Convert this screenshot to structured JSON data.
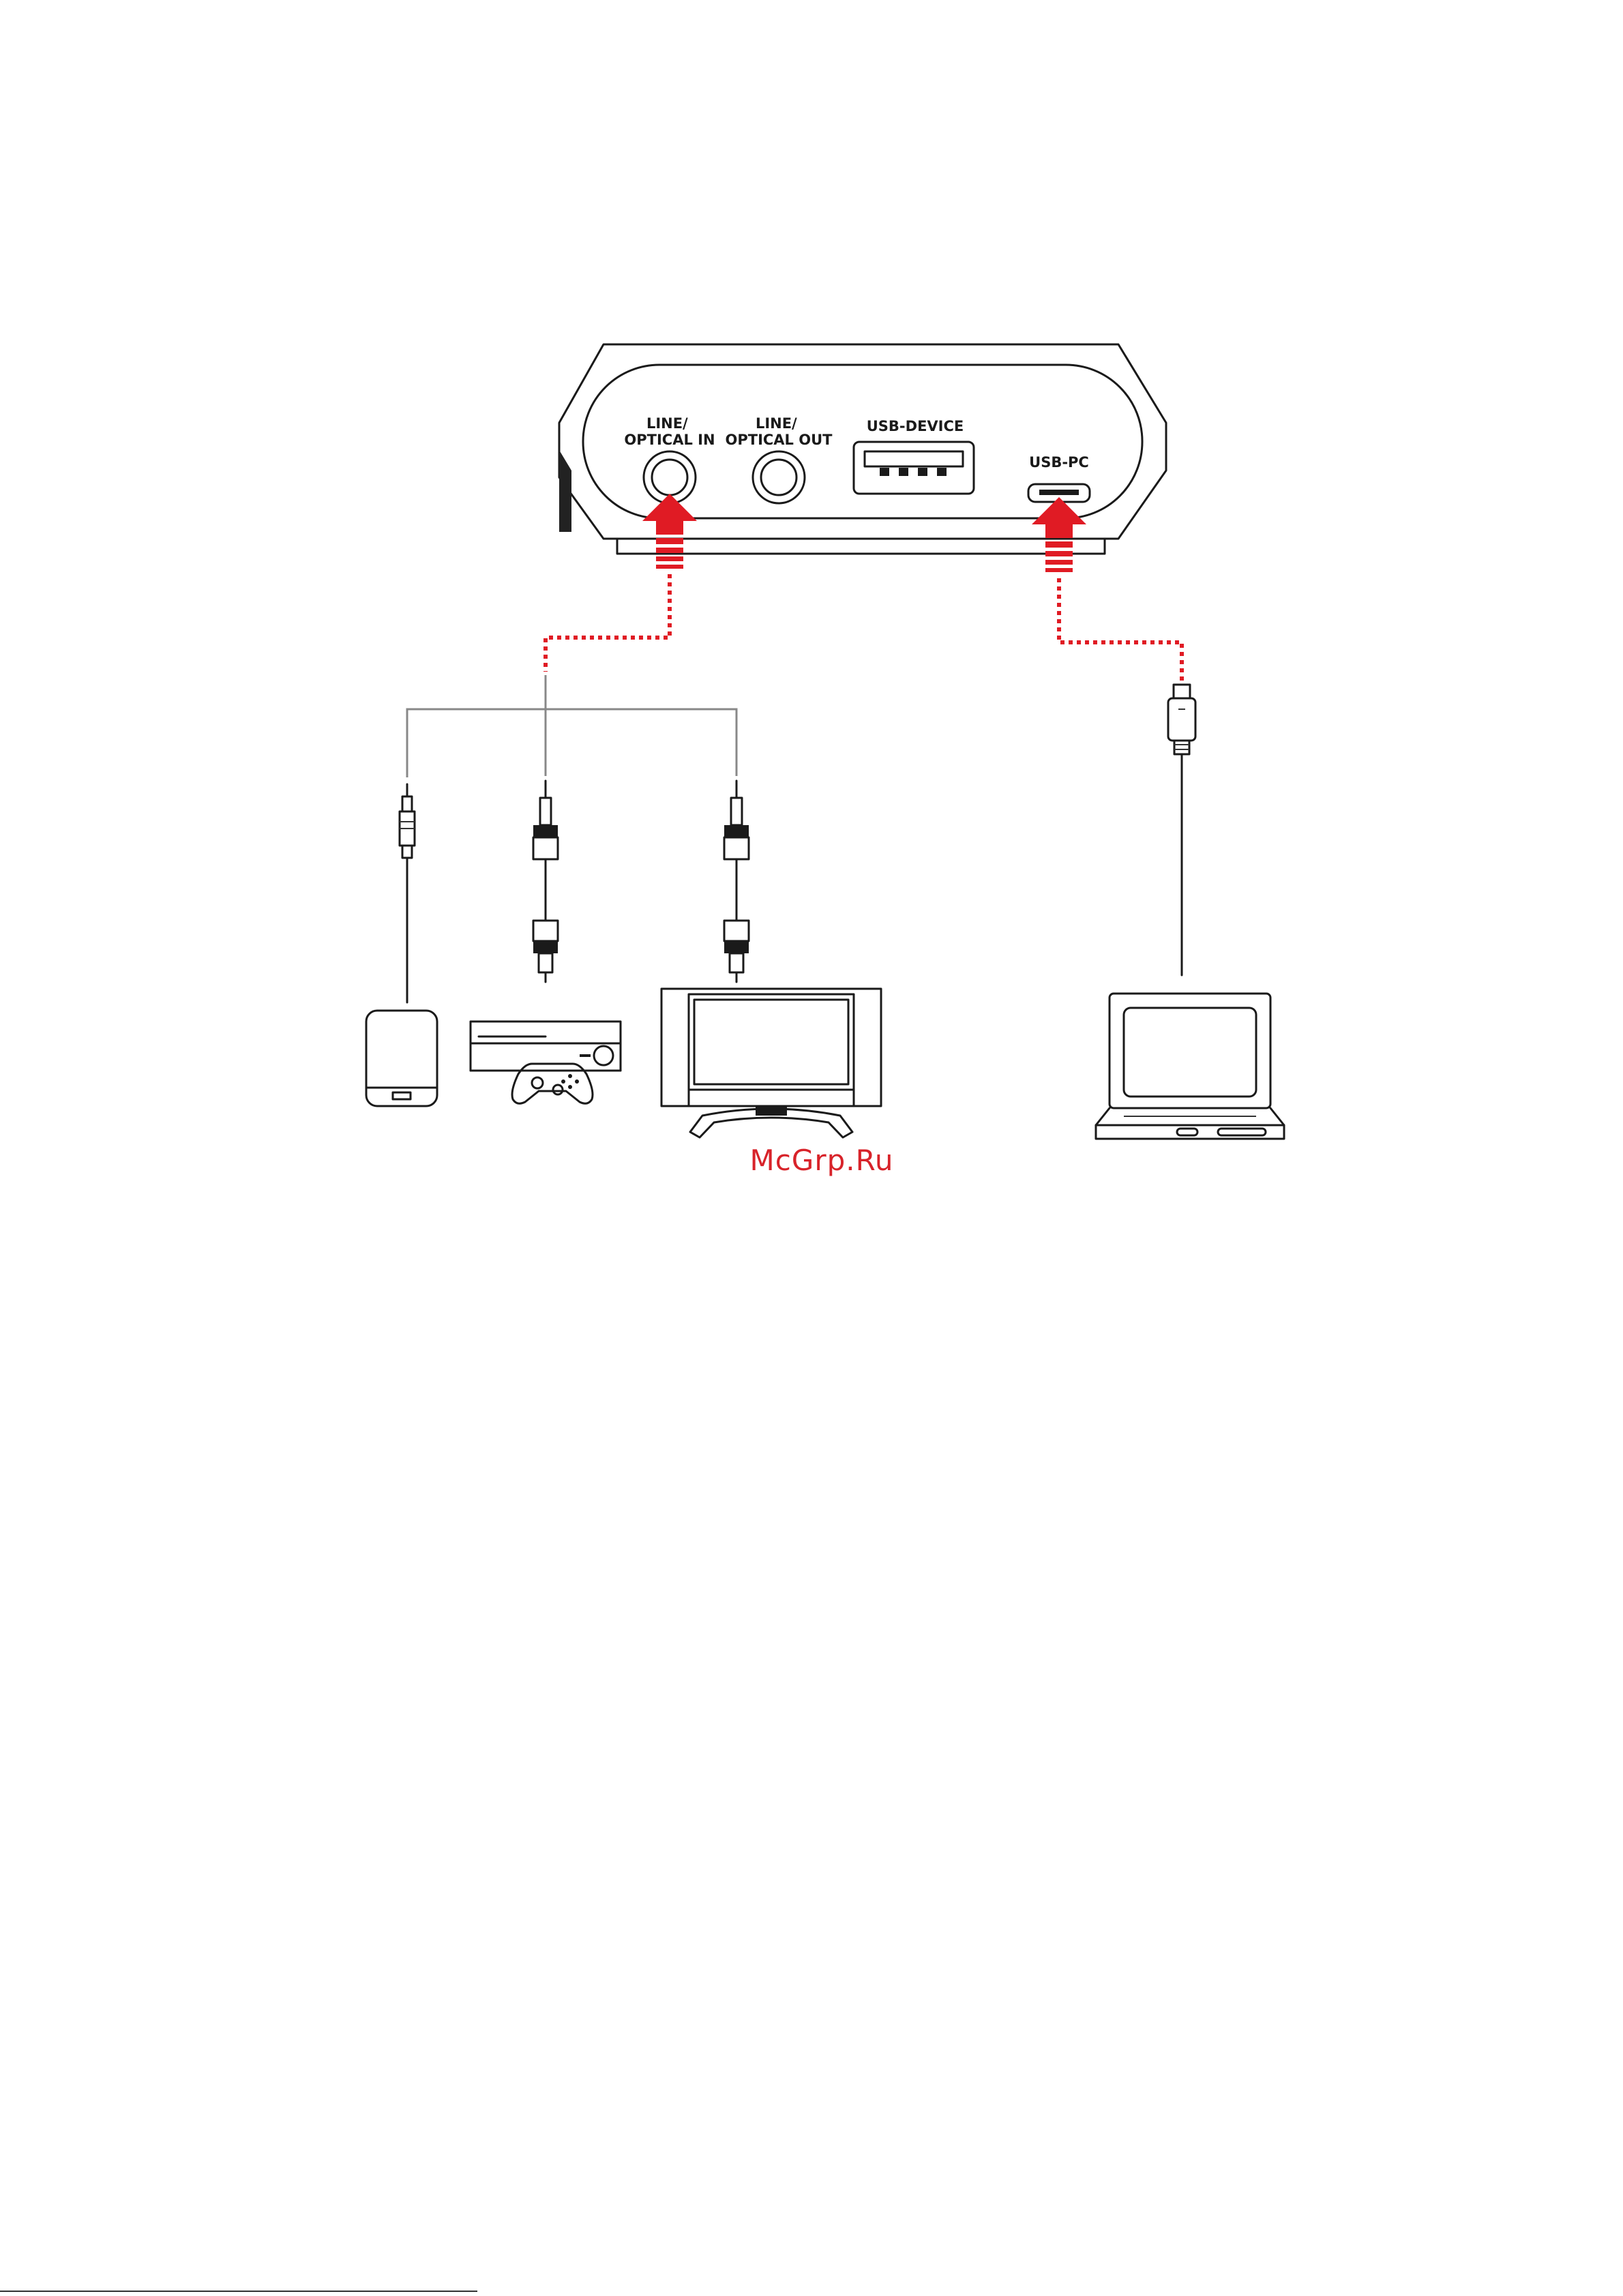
{
  "ports": {
    "line_optical_in": [
      "LINE/",
      "OPTICAL IN"
    ],
    "line_optical_out": [
      "LINE/",
      "OPTICAL OUT"
    ],
    "usb_device": "USB-DEVICE",
    "usb_pc": "USB-PC"
  },
  "watermark": "McGrp.Ru",
  "colors": {
    "accent": "#e01b24",
    "line": "#1a1a1a",
    "splitter": "#888888"
  },
  "icons": [
    "phone-icon",
    "game-console-icon",
    "tv-icon",
    "laptop-icon"
  ]
}
